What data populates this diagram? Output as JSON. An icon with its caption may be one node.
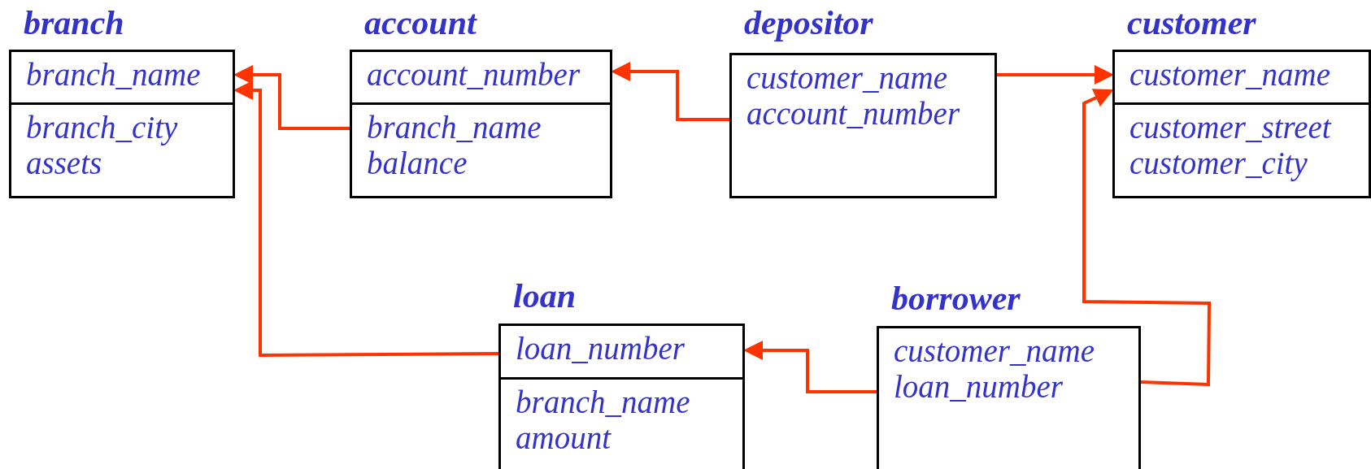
{
  "diagram": {
    "nodes": [
      {
        "text": [
          "branch",
          "branch_name",
          "branch_city assets"
        ]
      },
      {
        "text": [
          "account",
          "account_number",
          "branch_name balance"
        ]
      },
      {
        "text": [
          "depositor",
          "customer_name account_number"
        ]
      },
      {
        "text": [
          "customer",
          "customer_name",
          "customer_street customer_city"
        ]
      },
      {
        "text": [
          "loan",
          "loan_number",
          "branch_name amount"
        ]
      },
      {
        "text": [
          "borrower",
          "customer_name loan_number"
        ]
      }
    ],
    "edges": [
      {
        "from": 1,
        "to": 0,
        "arrow": "to"
      },
      {
        "from": 2,
        "to": 1,
        "arrow": "to"
      },
      {
        "from": 2,
        "to": 3,
        "arrow": "to"
      },
      {
        "from": 4,
        "to": 0,
        "arrow": "to"
      },
      {
        "from": 5,
        "to": 4,
        "arrow": "to"
      },
      {
        "from": 5,
        "to": 3,
        "arrow": "to"
      }
    ]
  }
}
